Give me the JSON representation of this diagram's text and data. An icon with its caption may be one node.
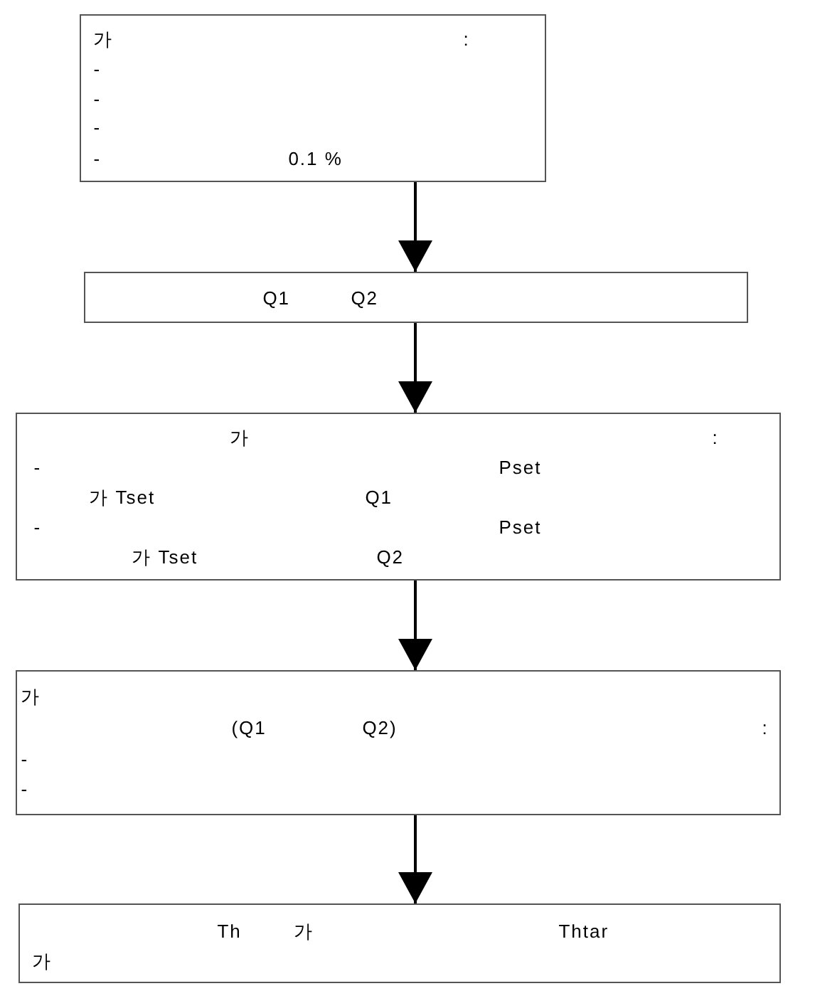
{
  "diagram": {
    "nodes": [
      {
        "text": [
          "가",
          ":",
          "-",
          "-",
          "-",
          "-",
          "0.1 %"
        ]
      },
      {
        "text": [
          "Q1",
          "Q2"
        ]
      },
      {
        "text": [
          "가",
          ":",
          "-",
          "Pset",
          "가 Tset",
          "Q1",
          "-",
          "Pset",
          "가 Tset",
          "Q2"
        ]
      },
      {
        "text": [
          "가",
          "(Q1",
          "Q2)",
          ":",
          "-",
          "-"
        ]
      },
      {
        "text": [
          "Th",
          "가",
          "Thtar",
          "가"
        ]
      }
    ],
    "edges": [
      {
        "from": 0,
        "to": 1,
        "arrow": "to"
      },
      {
        "from": 1,
        "to": 2,
        "arrow": "to"
      },
      {
        "from": 2,
        "to": 3,
        "arrow": "to"
      },
      {
        "from": 3,
        "to": 4,
        "arrow": "to"
      }
    ]
  }
}
